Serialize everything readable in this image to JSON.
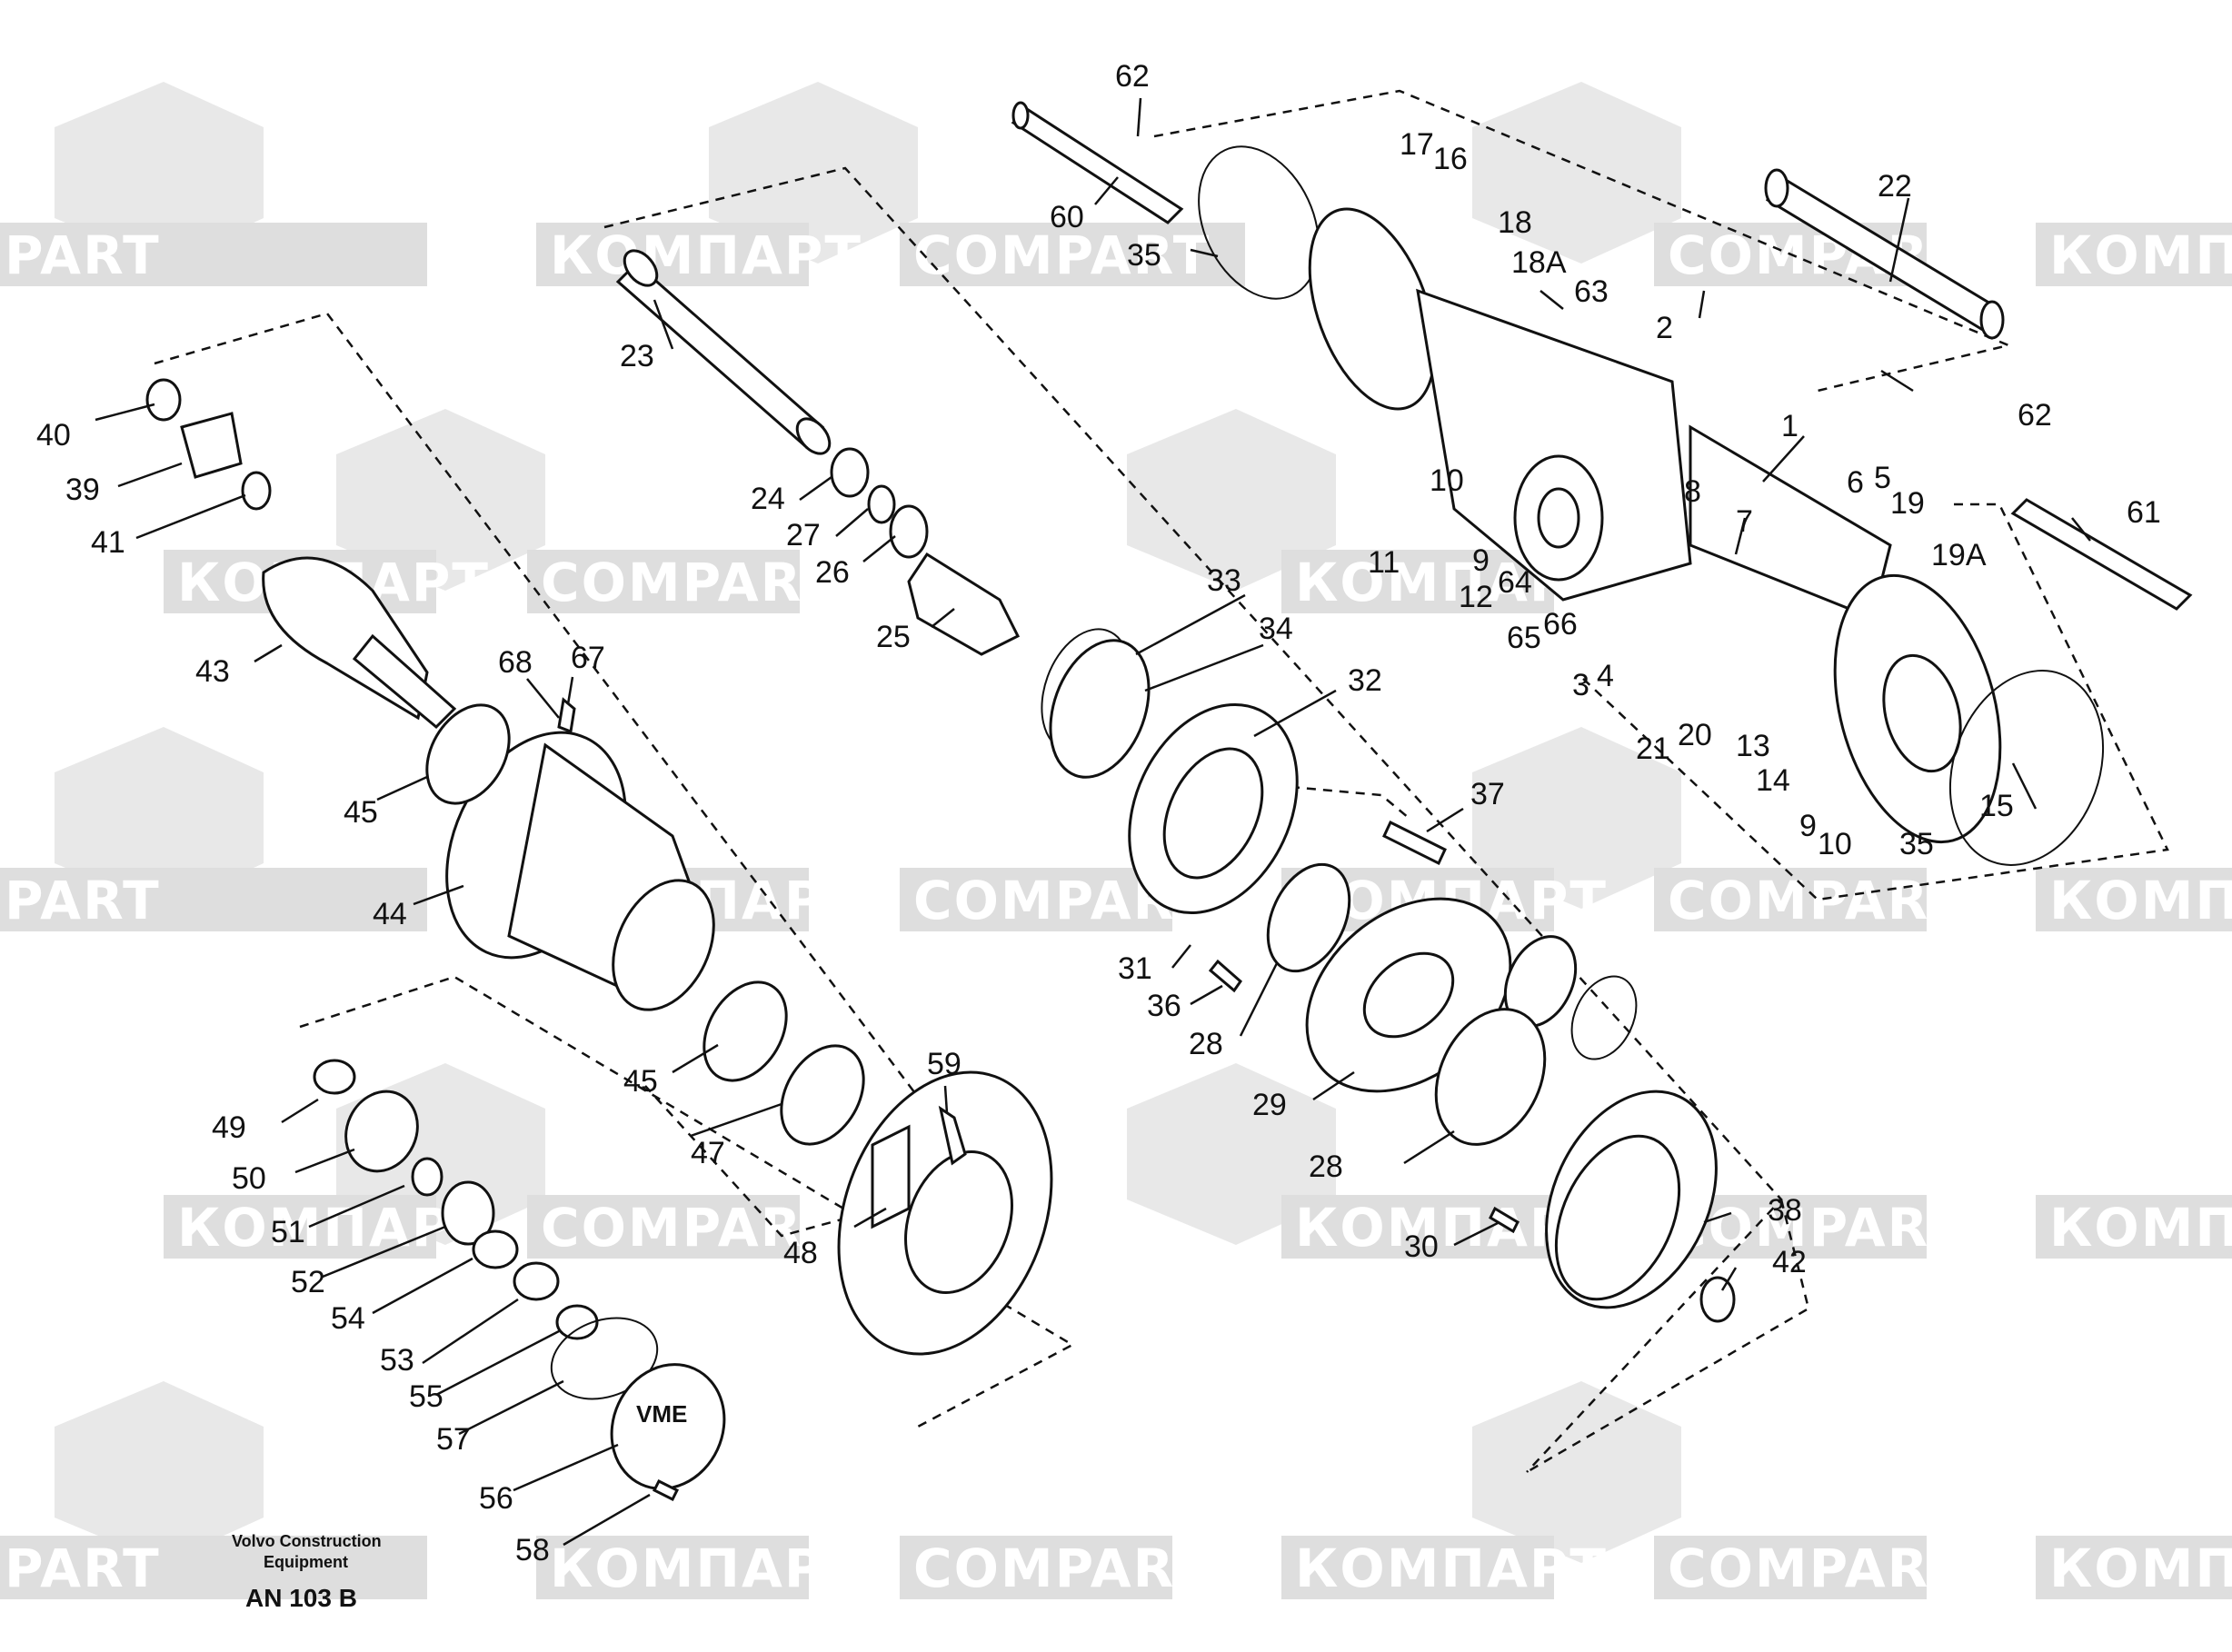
{
  "watermarks": {
    "latin": "COMPART",
    "cyrillic": "КОМПАРТ",
    "partial_latin": "PART",
    "partial_cyrillic": "КОМПА"
  },
  "footer": {
    "brand_line1": "Volvo Construction",
    "brand_line2": "Equipment",
    "code": "AN 103 B"
  },
  "callouts": [
    "1",
    "2",
    "3",
    "4",
    "5",
    "6",
    "7",
    "8",
    "9",
    "10",
    "11",
    "12",
    "13",
    "14",
    "15",
    "16",
    "17",
    "18",
    "18A",
    "19",
    "19A",
    "20",
    "21",
    "22",
    "23",
    "24",
    "25",
    "26",
    "27",
    "28",
    "29",
    "30",
    "31",
    "32",
    "33",
    "34",
    "35",
    "36",
    "37",
    "38",
    "39",
    "40",
    "41",
    "42",
    "43",
    "44",
    "45",
    "47",
    "48",
    "49",
    "50",
    "51",
    "52",
    "53",
    "54",
    "55",
    "56",
    "57",
    "58",
    "59",
    "60",
    "61",
    "62",
    "63",
    "64",
    "65",
    "66",
    "67",
    "68"
  ],
  "colors": {
    "ink": "#111111",
    "watermark": "#e8e8e8",
    "background": "#ffffff"
  }
}
